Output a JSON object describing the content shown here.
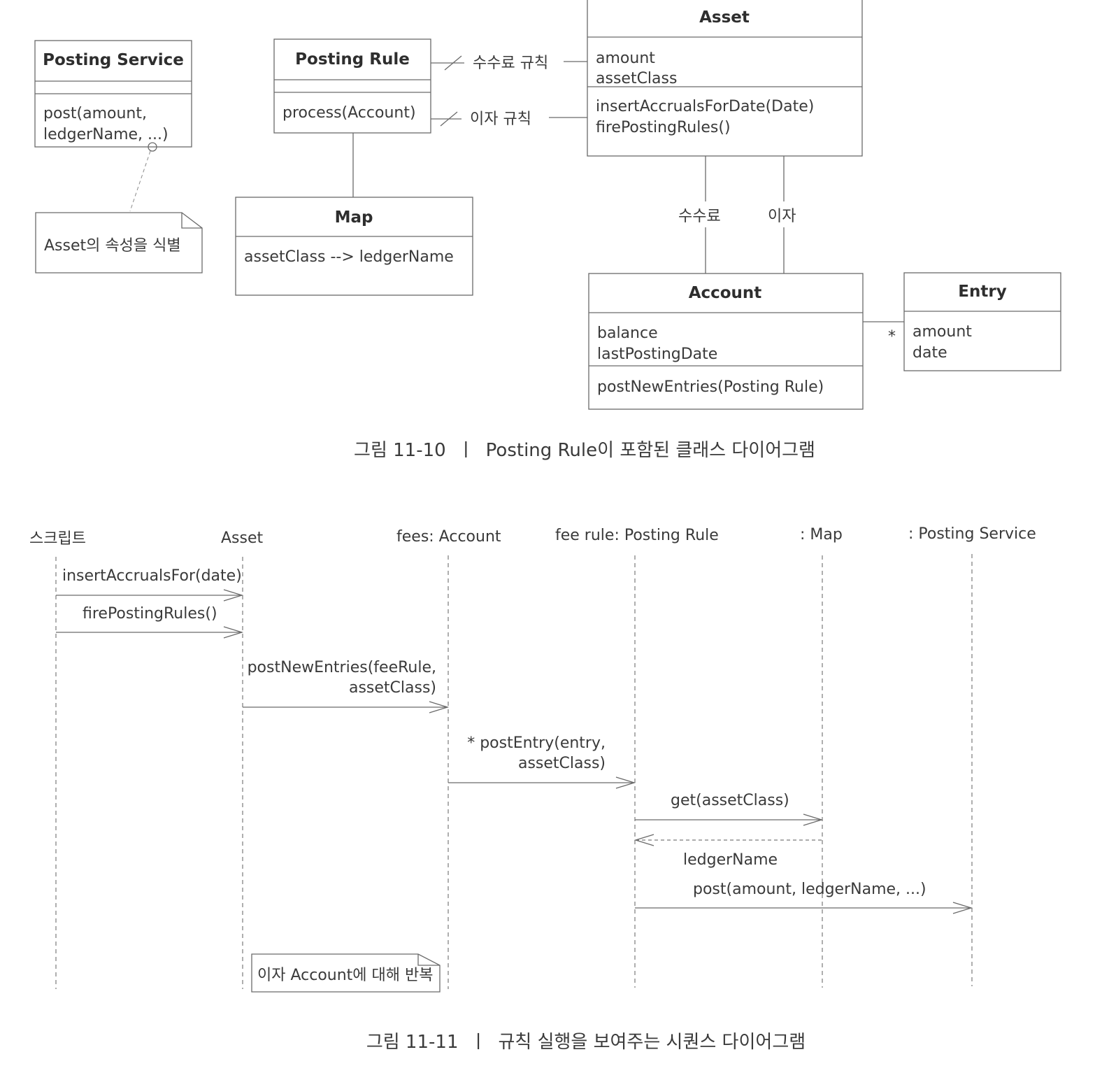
{
  "class_diagram": {
    "posting_service": {
      "name": "Posting Service",
      "op_line1": "post(amount,",
      "op_line2": "ledgerName, ...)"
    },
    "note_asset": "Asset의 속성을 식별",
    "posting_rule": {
      "name": "Posting Rule",
      "op": "process(Account)"
    },
    "map": {
      "name": "Map",
      "attr": "assetClass --> ledgerName"
    },
    "asset": {
      "name": "Asset",
      "attr1": "amount",
      "attr2": "assetClass",
      "op1": "insertAccrualsForDate(Date)",
      "op2": "firePostingRules()"
    },
    "assoc_fee_rule": "수수료 규칙",
    "assoc_interest_rule": "이자 규칙",
    "assoc_fee": "수수료",
    "assoc_interest": "이자",
    "account": {
      "name": "Account",
      "attr1": "balance",
      "attr2": "lastPostingDate",
      "op": "postNewEntries(Posting Rule)"
    },
    "entry": {
      "name": "Entry",
      "attr1": "amount",
      "attr2": "date"
    },
    "multiplicity": "*",
    "caption": "그림 11-10  ㅣ  Posting Rule이 포함된 클래스 다이어그램"
  },
  "sequence_diagram": {
    "lifelines": {
      "script": "스크립트",
      "asset": "Asset",
      "fees_account": "fees: Account",
      "fee_rule": "fee rule: Posting Rule",
      "map": ": Map",
      "posting_service": ": Posting Service"
    },
    "messages": {
      "m1": "insertAccrualsFor(date)",
      "m2": "firePostingRules()",
      "m3_line1": "postNewEntries(feeRule,",
      "m3_line2": "assetClass)",
      "m4_line1": "* postEntry(entry,",
      "m4_line2": "assetClass)",
      "m5": "get(assetClass)",
      "m5_return": "ledgerName",
      "m6": "post(amount, ledgerName, ...)"
    },
    "note_repeat": "이자 Account에 대해 반복",
    "caption": "그림 11-11  ㅣ  규칙 실행을 보여주는 시퀀스 다이어그램"
  }
}
